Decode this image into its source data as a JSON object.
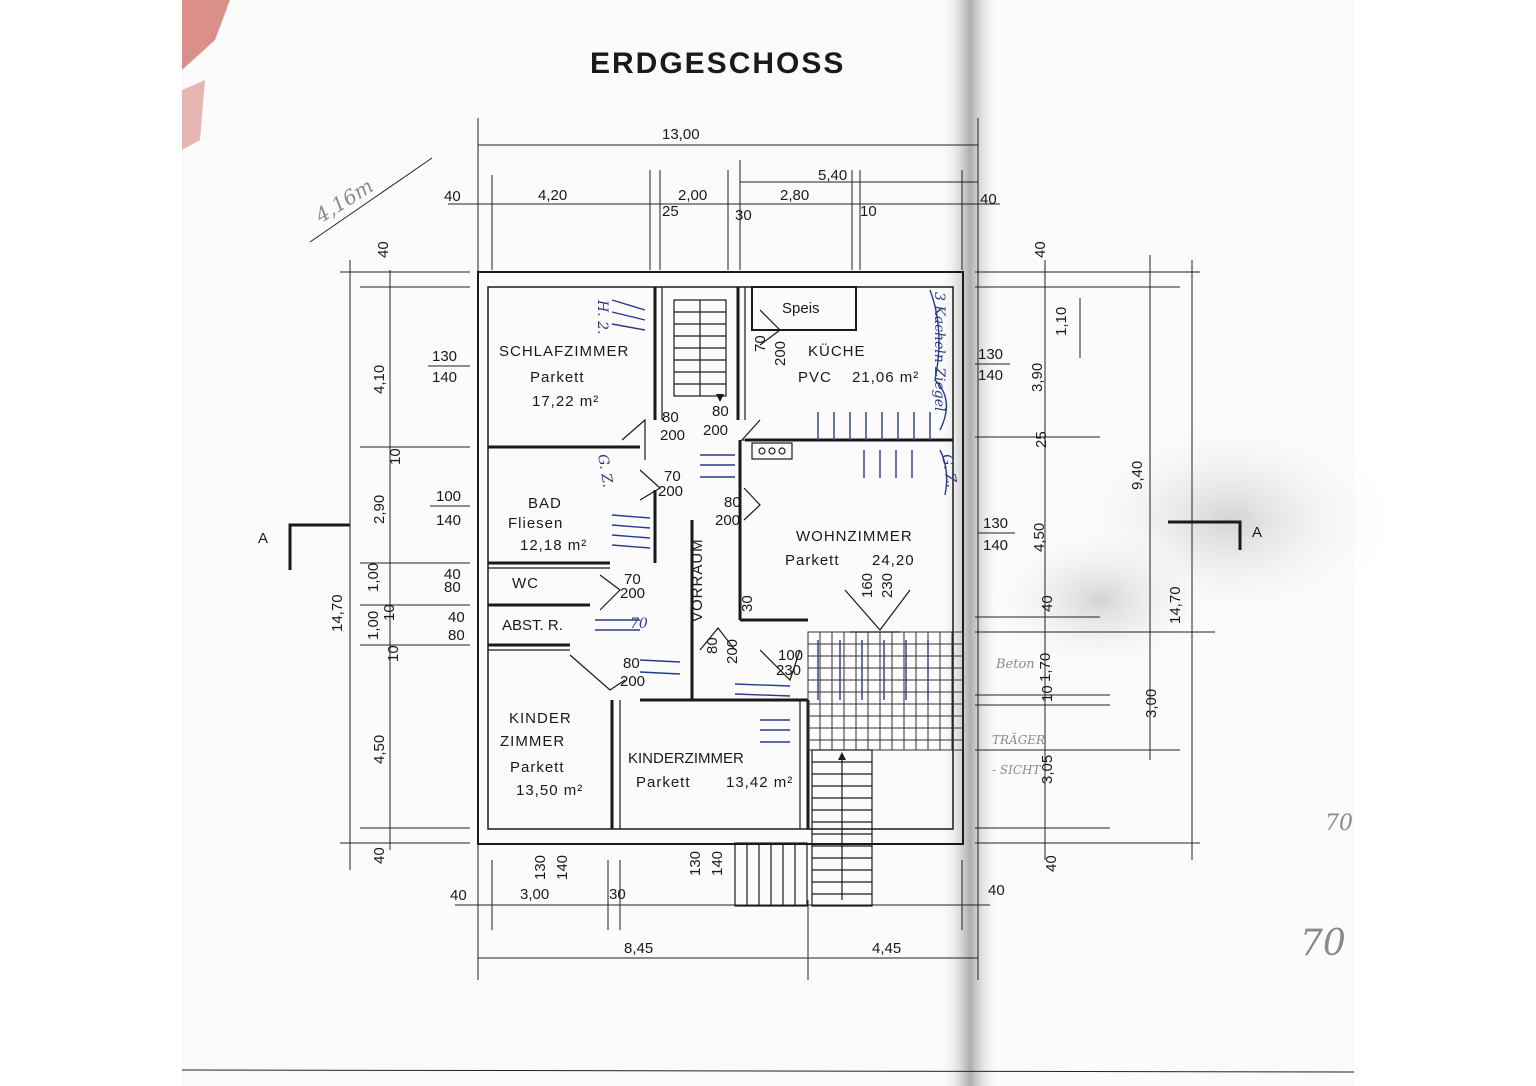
{
  "plan": {
    "title": "ERDGESCHOSS",
    "section_marker": "A",
    "rooms": {
      "schlafzimmer": {
        "name": "SCHLAFZIMMER",
        "floor": "Parkett",
        "area": "17,22 m²"
      },
      "kueche": {
        "name": "KÜCHE",
        "floor": "PVC",
        "area": "21,06 m²"
      },
      "speis": {
        "name": "Speis"
      },
      "bad": {
        "name": "BAD",
        "floor": "Fliesen",
        "area": "12,18 m²"
      },
      "wc": {
        "name": "WC"
      },
      "abst": {
        "name": "ABST. R."
      },
      "vorraum": {
        "name": "VORRAUM"
      },
      "wohnzimmer": {
        "name": "WOHNZIMMER",
        "floor": "Parkett",
        "area": "24,20"
      },
      "kinderzimmer1": {
        "name_line1": "KINDER",
        "name_line2": "ZIMMER",
        "floor": "Parkett",
        "area": "13,50 m²"
      },
      "kinderzimmer2": {
        "name": "KINDERZIMMER",
        "floor": "Parkett",
        "area": "13,42 m²"
      }
    },
    "dims_top": {
      "total": "13,00",
      "d540": "5,40",
      "d40_left": "40",
      "d420": "4,20",
      "d200": "2,00",
      "d280": "2,80",
      "d40_right": "40",
      "s25": "25",
      "s30": "30",
      "s10": "10"
    },
    "dims_bottom": {
      "d40_left": "40",
      "d300": "3,00",
      "s30": "30",
      "d40_right": "40",
      "d845": "8,45",
      "d445": "4,45"
    },
    "dims_left": {
      "d40_top": "40",
      "d410": "4,10",
      "s10a": "10",
      "d290": "2,90",
      "d100a": "1,00",
      "s10b": "10",
      "d100b": "1,00",
      "s10c": "10",
      "d450": "4,50",
      "d40_bottom": "40",
      "total": "14,70"
    },
    "dims_right": {
      "d40_top": "40",
      "d390": "3,90",
      "s25": "25",
      "d450": "4,50",
      "s40": "40",
      "d170": "1,70",
      "s10": "10",
      "d305": "3,05",
      "d40_bottom": "40",
      "d940": "9,40",
      "d300": "3,00",
      "total": "14,70",
      "d110": "1,10"
    },
    "openings": {
      "w_schlaf_a": "130",
      "w_schlaf_b": "140",
      "w_bad_a": "100",
      "w_bad_b": "140",
      "w_wc_a": "40",
      "w_wc_b": "80",
      "w_abst_a": "40",
      "w_abst_b": "80",
      "w_kueche_a": "130",
      "w_kueche_b": "140",
      "w_wohn_a": "130",
      "w_wohn_b": "140",
      "w_kind1_a": "130",
      "w_kind1_b": "140",
      "w_kind2_a": "130",
      "w_kind2_b": "140",
      "d_schlaf_a": "80",
      "d_schlaf_b": "200",
      "d_kueche_a": "80",
      "d_kueche_b": "200",
      "d_bad_a": "70",
      "d_bad_b": "200",
      "d_wohn_a": "80",
      "d_wohn_b": "200",
      "d_wc_a": "70",
      "d_wc_b": "200",
      "d_kind_a": "80",
      "d_kind_b": "200",
      "d_entry_a": "80",
      "d_entry_b": "200",
      "d_ter_a": "100",
      "d_ter_b": "230",
      "d_wohnter_a": "160",
      "d_wohnter_b": "230",
      "d_speis_a": "70",
      "d_speis_b": "200",
      "d_stair_a": "30",
      "d_kind2_note": "70"
    },
    "margin_notes": {
      "n70a": "70",
      "n70b": "70"
    },
    "colors": {
      "ink": "#1a1a1a",
      "pen": "#2a3a8a",
      "stain": "#c0392b",
      "paper_shadow": "#d9d9d9"
    }
  }
}
